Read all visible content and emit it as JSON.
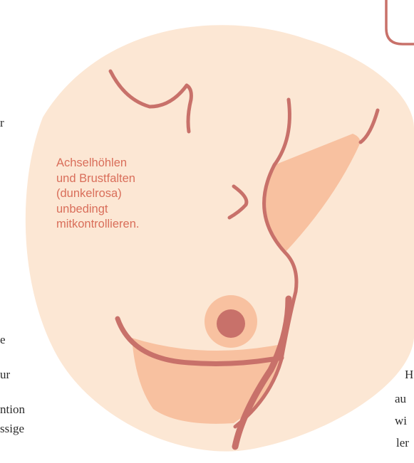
{
  "colors": {
    "blob": "#FCE7D4",
    "stroke": "#C8716A",
    "shade": "#F8C1A0",
    "highlight": "#D96E5A",
    "text": "#2b2b2b"
  },
  "callout": {
    "lines": [
      "Achselhöhlen",
      "und Brustfalten",
      "(dunkelrosa)",
      "unbedingt",
      "mitkontrollieren."
    ]
  },
  "fragments_left": [
    "r",
    "e",
    "ur",
    "ntion",
    "ssige"
  ],
  "fragments_right": [
    "H",
    "au",
    "wi",
    "ler"
  ]
}
